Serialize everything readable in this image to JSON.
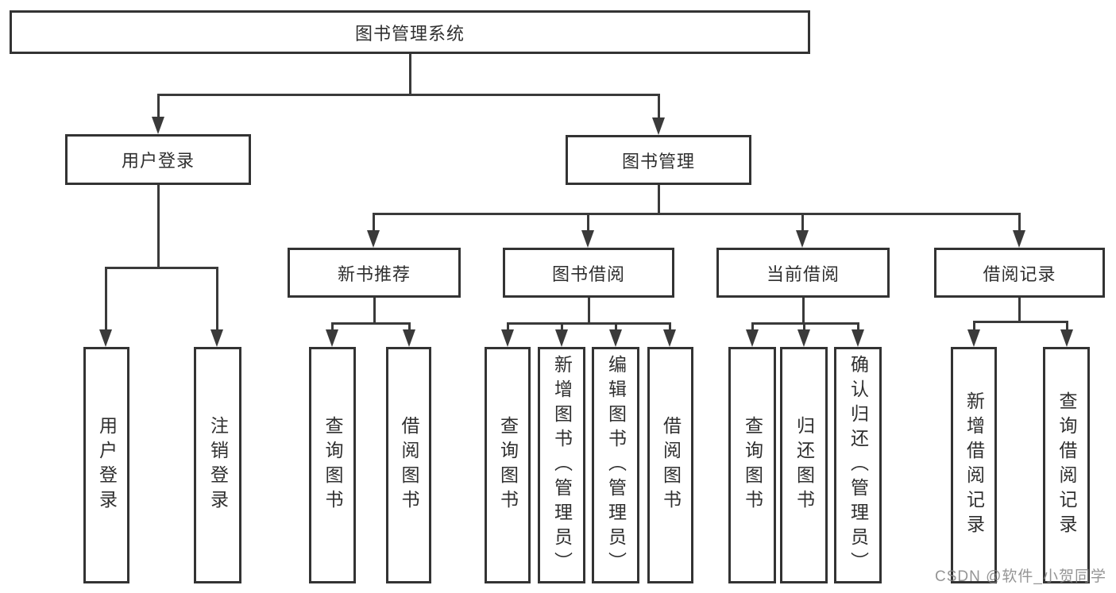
{
  "title": "图书管理系统",
  "tree": {
    "label": "图书管理系统",
    "children": [
      {
        "label": "用户登录",
        "children": [
          {
            "label": "用户登录"
          },
          {
            "label": "注销登录"
          }
        ]
      },
      {
        "label": "图书管理",
        "children": [
          {
            "label": "新书推荐",
            "children": [
              {
                "label": "查询图书"
              },
              {
                "label": "借阅图书"
              }
            ]
          },
          {
            "label": "图书借阅",
            "children": [
              {
                "label": "查询图书"
              },
              {
                "label": "新增图书（管理员）"
              },
              {
                "label": "编辑图书（管理员）"
              },
              {
                "label": "借阅图书"
              }
            ]
          },
          {
            "label": "当前借阅",
            "children": [
              {
                "label": "查询图书"
              },
              {
                "label": "归还图书"
              },
              {
                "label": "确认归还（管理员）"
              }
            ]
          },
          {
            "label": "借阅记录",
            "children": [
              {
                "label": "新增借阅记录"
              },
              {
                "label": "查询借阅记录"
              }
            ]
          }
        ]
      }
    ]
  },
  "watermark": "CSDN @软件_小贺同学",
  "colors": {
    "line": "#3a3a3a",
    "box_border": "#333333",
    "box_fill": "#ffffff",
    "text": "#2f2f2f",
    "watermark": "#828282"
  }
}
